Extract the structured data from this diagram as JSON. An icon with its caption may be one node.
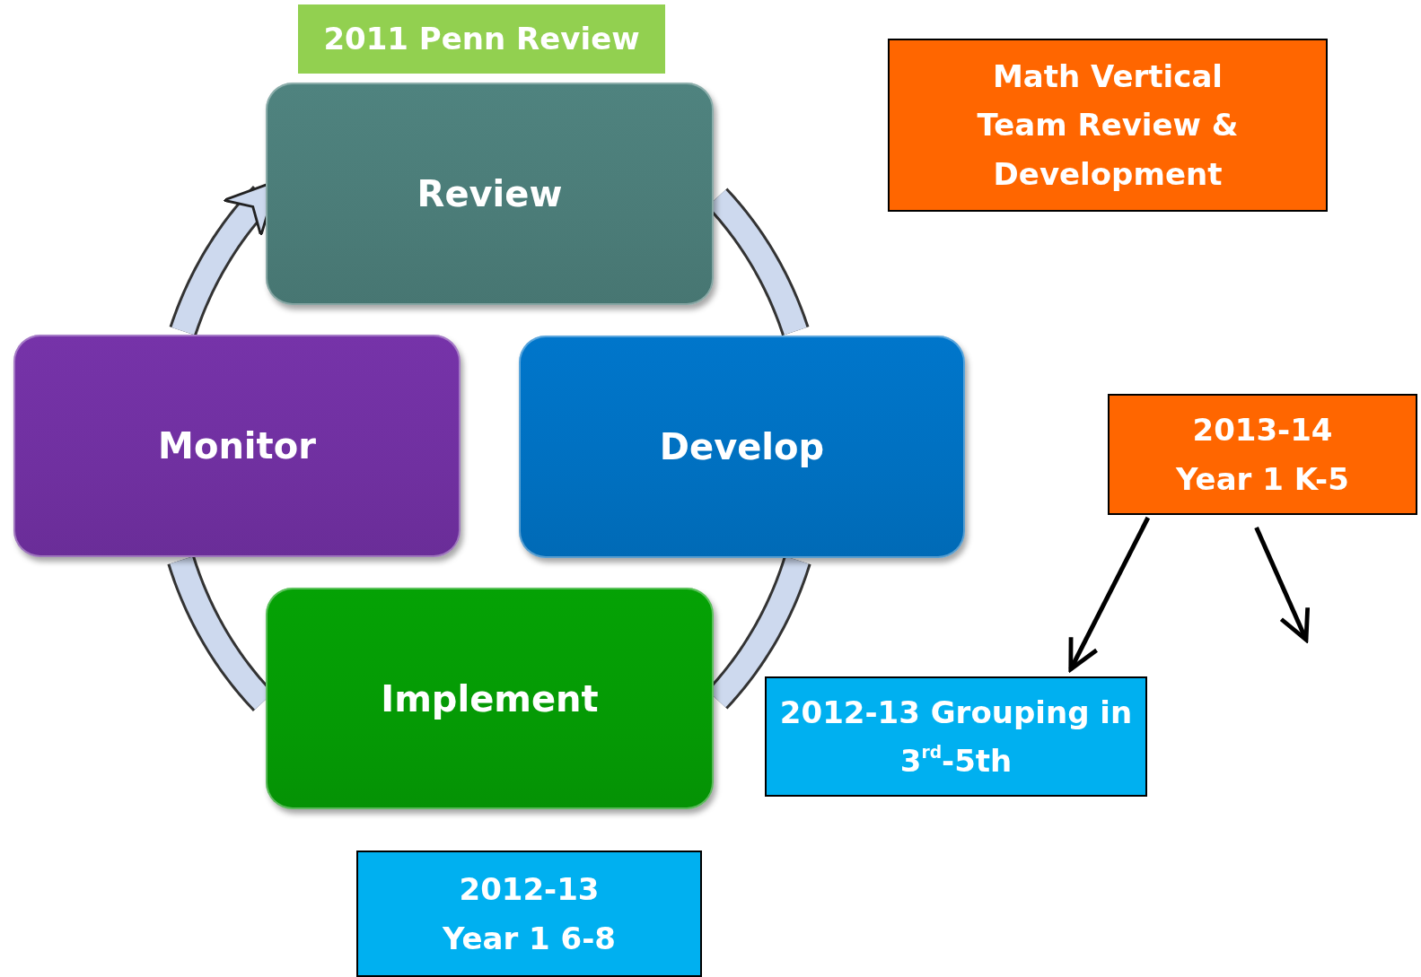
{
  "diagram": {
    "nodes": [
      {
        "text": [
          "Review"
        ]
      },
      {
        "text": [
          "Develop"
        ]
      },
      {
        "text": [
          "Implement"
        ]
      },
      {
        "text": [
          "Monitor"
        ]
      },
      {
        "text": [
          "2011 Penn Review"
        ]
      },
      {
        "text": [
          "Math Vertical Team Review & Development"
        ]
      },
      {
        "text": [
          "2013-14 Year 1 K-5"
        ]
      },
      {
        "text": [
          "2012-13 Grouping in 3$^{rd}$-5th"
        ]
      },
      {
        "text": [
          "2012-13 Year 1 6-8"
        ]
      }
    ],
    "edges": [
      {
        "from": 0,
        "to": 1,
        "arrow": "none"
      },
      {
        "from": 1,
        "to": 2,
        "arrow": "none"
      },
      {
        "from": 2,
        "to": 3,
        "arrow": "none"
      },
      {
        "from": 3,
        "to": 0,
        "arrow": "to"
      },
      {
        "from": 6,
        "to": 7,
        "arrow": "to",
        "color": "#000000"
      },
      {
        "from": 6,
        "to": null,
        "arrow": "to",
        "color": "#000000"
      }
    ]
  }
}
